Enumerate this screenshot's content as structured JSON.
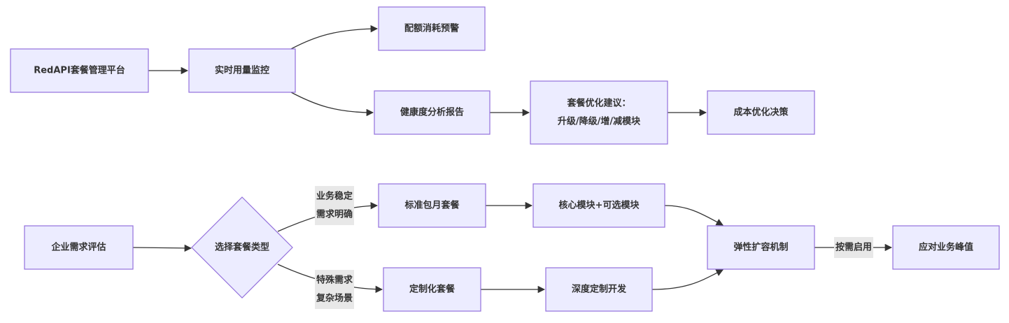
{
  "diagram": {
    "type": "flowchart",
    "direction": "LR",
    "colors": {
      "node_fill": "#ECECFF",
      "node_stroke": "#9370DB",
      "edge": "#333333",
      "label_bg": "#e8e8e8",
      "text": "#333333"
    },
    "nodes": {
      "platform": {
        "lines": [
          "RedAPI套餐管理平台"
        ]
      },
      "monitor": {
        "lines": [
          "实时用量监控"
        ]
      },
      "alert": {
        "lines": [
          "配额消耗预警"
        ]
      },
      "health": {
        "lines": [
          "健康度分析报告"
        ]
      },
      "advice": {
        "lines": [
          "套餐优化建议：",
          "升级/降级/增/减模块"
        ]
      },
      "decision": {
        "lines": [
          "成本优化决策"
        ]
      },
      "assess": {
        "lines": [
          "企业需求评估"
        ]
      },
      "choose": {
        "lines": [
          "选择套餐类型"
        ],
        "shape": "diamond"
      },
      "standard": {
        "lines": [
          "标准包月套餐"
        ]
      },
      "custom": {
        "lines": [
          "定制化套餐"
        ]
      },
      "modules": {
        "lines": [
          "核心模块+可选模块"
        ]
      },
      "deepdev": {
        "lines": [
          "深度定制开发"
        ]
      },
      "elastic": {
        "lines": [
          "弹性扩容机制"
        ]
      },
      "peak": {
        "lines": [
          "应对业务峰值"
        ]
      }
    },
    "edges": [
      {
        "from": "platform",
        "to": "monitor",
        "label": []
      },
      {
        "from": "monitor",
        "to": "alert",
        "label": []
      },
      {
        "from": "monitor",
        "to": "health",
        "label": []
      },
      {
        "from": "health",
        "to": "advice",
        "label": []
      },
      {
        "from": "advice",
        "to": "decision",
        "label": []
      },
      {
        "from": "assess",
        "to": "choose",
        "label": []
      },
      {
        "from": "choose",
        "to": "standard",
        "label": [
          "业务稳定",
          "需求明确"
        ]
      },
      {
        "from": "choose",
        "to": "custom",
        "label": [
          "特殊需求",
          "复杂场景"
        ]
      },
      {
        "from": "standard",
        "to": "modules",
        "label": []
      },
      {
        "from": "custom",
        "to": "deepdev",
        "label": []
      },
      {
        "from": "modules",
        "to": "elastic",
        "label": []
      },
      {
        "from": "deepdev",
        "to": "elastic",
        "label": []
      },
      {
        "from": "elastic",
        "to": "peak",
        "label": [
          "按需启用"
        ]
      }
    ]
  }
}
